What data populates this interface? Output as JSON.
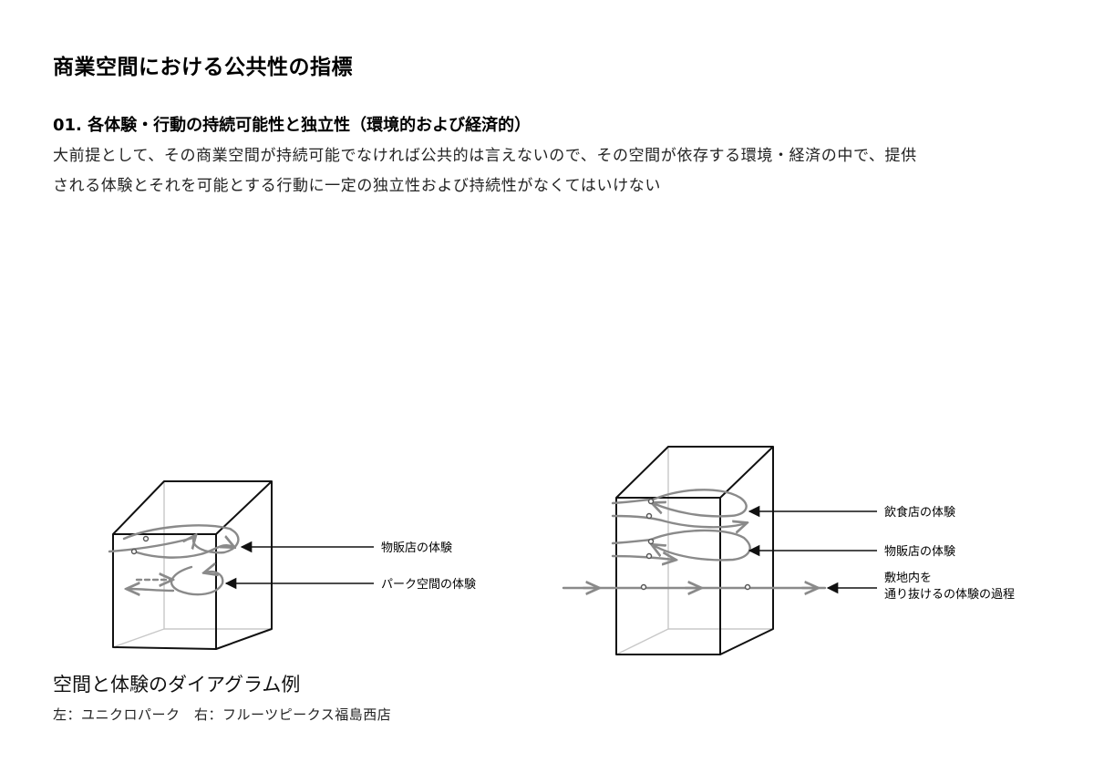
{
  "page": {
    "title": "商業空間における公共性の指標",
    "section_heading": "01. 各体験・行動の持続可能性と独立性（環境的および経済的）",
    "body_lines": [
      "大前提として、その商業空間が持続可能でなければ公共的は言えないので、その空間が依存する環境・経済の中で、提供",
      "される体験とそれを可能とする行動に一定の独立性および持続性がなくてはいけない"
    ]
  },
  "diagram_left": {
    "labels": {
      "retail": "物販店の体験",
      "park": "パーク空間の体験"
    }
  },
  "diagram_right": {
    "labels": {
      "food": "飲食店の体験",
      "retail": "物販店の体験",
      "pass_line1": "敷地内を",
      "pass_line2": "通り抜けるの体験の過程"
    }
  },
  "caption": {
    "title": "空間と体験のダイアグラム例",
    "subtitle": "左：ユニクロパーク　右：フルーツピークス福島西店"
  },
  "colors": {
    "line": "#111111",
    "path": "#8a8a8a",
    "hidden_edge": "#c8c8c8"
  }
}
